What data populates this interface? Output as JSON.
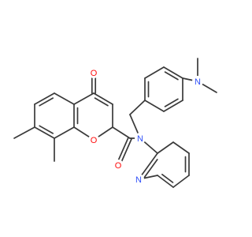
{
  "molecule": {
    "atoms": {
      "ketone_oxygen": {
        "symbol": "O",
        "color": "#ff0d0d"
      },
      "ring_oxygen": {
        "symbol": "O",
        "color": "#ff0d0d"
      },
      "amide_oxygen": {
        "symbol": "O",
        "color": "#ff0d0d"
      },
      "amide_nitrogen": {
        "symbol": "N",
        "color": "#3050f8"
      },
      "pyridine_nitrogen": {
        "symbol": "N",
        "color": "#3050f8"
      },
      "dimethylamino_nitrogen": {
        "symbol": "N",
        "color": "#3050f8"
      }
    },
    "bond_color": "#3a3a3a"
  }
}
